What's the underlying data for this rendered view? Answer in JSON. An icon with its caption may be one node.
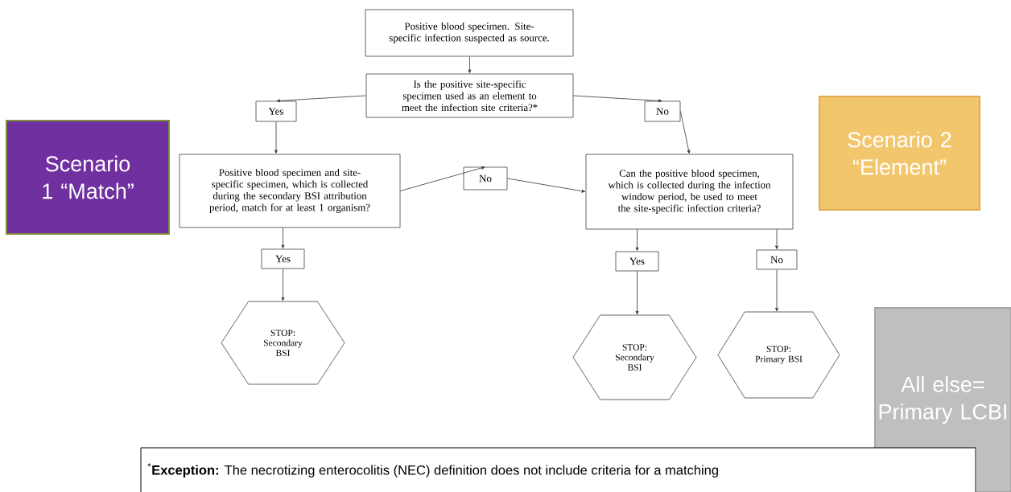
{
  "diagram": {
    "nodes": [
      {
        "text": [
          "Positive blood specimen.  Site-specific infection suspected as source."
        ]
      },
      {
        "text": [
          "Is the positive site-specific specimen used as an element to meet the infection site criteria?*"
        ]
      },
      {
        "text": [
          "Yes"
        ]
      },
      {
        "text": [
          "No"
        ]
      },
      {
        "text": [
          "Scenario 1 “Match”"
        ]
      },
      {
        "text": [
          "Positive blood specimen and site-specific specimen, which is collected during the secondary BSI attribution period, match for at least 1 organism?"
        ]
      },
      {
        "text": [
          "No"
        ]
      },
      {
        "text": [
          "Can the positive blood specimen, which is collected during the infection window period, be used to meet the site-specific infection criteria?"
        ]
      },
      {
        "text": [
          "Scenario 2 “Element”"
        ]
      },
      {
        "text": [
          "Yes"
        ]
      },
      {
        "text": [
          "STOP: Secondary BSI"
        ]
      },
      {
        "text": [
          "Yes"
        ]
      },
      {
        "text": [
          "No"
        ]
      },
      {
        "text": [
          "STOP: Secondary BSI"
        ]
      },
      {
        "text": [
          "STOP: Primary BSI"
        ]
      },
      {
        "text": [
          "All else= Primary LCBI"
        ]
      },
      {
        "text": [
          "$^{*}$**Exception:** The necrotizing enterocolitis (NEC) definition does not include criteria for a matching"
        ]
      }
    ],
    "edges": [
      {
        "from": 0,
        "to": 1,
        "arrow": "to"
      },
      {
        "from": 1,
        "to": 2,
        "arrow": "to"
      },
      {
        "from": 1,
        "to": 3,
        "arrow": "to"
      },
      {
        "from": 2,
        "to": 5,
        "arrow": "to"
      },
      {
        "from": 3,
        "to": 7,
        "arrow": "to"
      },
      {
        "from": 5,
        "to": 6,
        "arrow": "to"
      },
      {
        "from": 6,
        "to": 7,
        "arrow": "to"
      },
      {
        "from": 5,
        "to": 9,
        "arrow": "to"
      },
      {
        "from": 7,
        "to": 11,
        "arrow": "to"
      },
      {
        "from": 7,
        "to": 12,
        "arrow": "to"
      },
      {
        "from": 9,
        "to": 10,
        "arrow": "to"
      },
      {
        "from": 11,
        "to": 13,
        "arrow": "to"
      },
      {
        "from": 12,
        "to": 14,
        "arrow": "to"
      }
    ]
  }
}
